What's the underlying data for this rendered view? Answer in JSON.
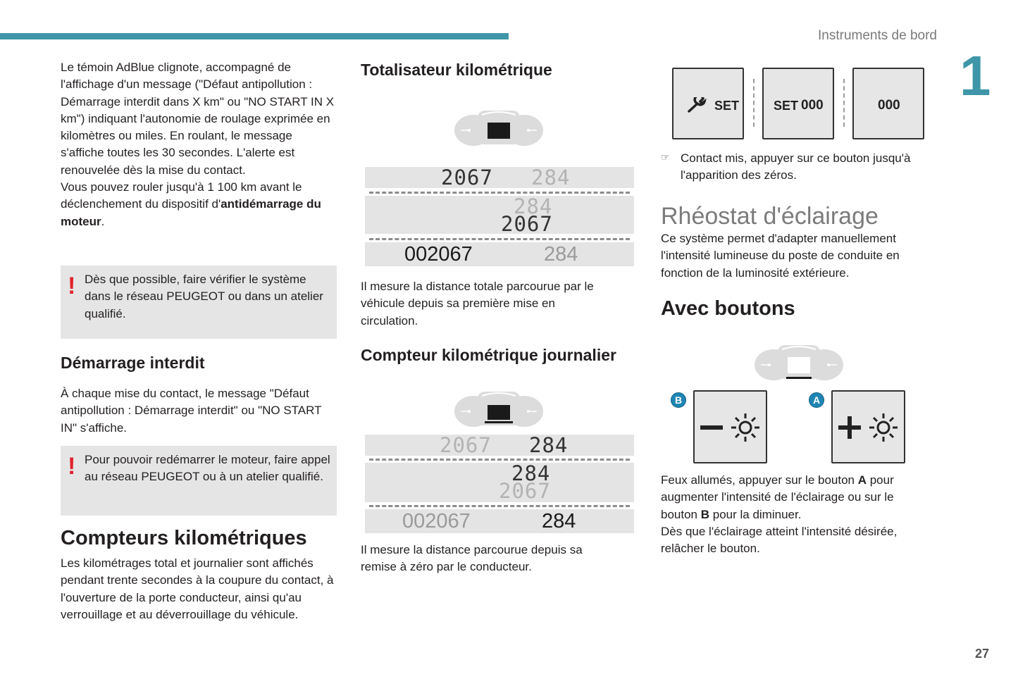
{
  "header": {
    "section": "Instruments de bord",
    "chapter": "1",
    "page": "27"
  },
  "col1": {
    "intro": "Le témoin AdBlue clignote, accompagné de l'affichage d'un message (\"Défaut antipollution : Démarrage interdit dans X km\" ou \"NO START IN X km\") indiquant l'autonomie de roulage exprimée en kilomètres ou miles. En roulant, le message s'affiche toutes les 30 secondes. L'alerte est renouvelée dès la mise du contact.",
    "intro2_pre": "Vous pouvez rouler jusqu'à 1 100 km avant le déclenchement du dispositif d'",
    "intro2_bold": "antidémarrage du moteur",
    "intro2_post": ".",
    "warning1": "Dès que possible, faire vérifier le système dans le réseau PEUGEOT ou dans un atelier qualifié.",
    "warn_mark": "!",
    "h_demarrage": "Démarrage interdit",
    "p_demarrage": "À chaque mise du contact, le message \"Défaut antipollution : Démarrage interdit\" ou \"NO START IN\" s'affiche.",
    "warning2": "Pour pouvoir redémarrer le moteur, faire appel au réseau PEUGEOT ou à un atelier qualifié.",
    "h_compteurs": "Compteurs kilométriques",
    "p_compteurs": "Les kilométrages total et journalier sont affichés pendant trente secondes à la coupure du contact, à l'ouverture de la porte conducteur, ainsi qu'au verrouillage et au déverrouillage du véhicule."
  },
  "col2": {
    "h_total": "Totalisateur kilométrique",
    "display1": {
      "row1_a": "2067",
      "row1_b": "284",
      "row2_a": "284",
      "row2_b": "2067",
      "row3_a": "002067",
      "row3_b": "284"
    },
    "p_total": "Il mesure la distance totale parcourue par le véhicule depuis sa première mise en circulation.",
    "h_journalier": "Compteur kilométrique journalier",
    "display2": {
      "row1_a": "2067",
      "row1_b": "284",
      "row2_a": "284",
      "row2_b": "2067",
      "row3_a": "002067",
      "row3_b": "284"
    },
    "p_journalier": "Il mesure la distance parcourue depuis sa remise à zéro par le conducteur."
  },
  "col3": {
    "buttons": {
      "b1_label": "SET",
      "b2_label": "SET",
      "b2_value": "000",
      "b3_value": "000"
    },
    "bullet": "☞",
    "p_contact": "Contact mis, appuyer sur ce bouton jusqu'à l'apparition des zéros.",
    "h_rheostat": "Rhéostat d'éclairage",
    "p_rheostat": "Ce système permet d'adapter manuellement l'intensité lumineuse du poste de conduite en fonction de la luminosité extérieure.",
    "h_boutons": "Avec boutons",
    "badge_b": "B",
    "badge_a": "A",
    "p_feux_1": "Feux allumés, appuyer sur le bouton ",
    "p_feux_A": "A",
    "p_feux_2": " pour augmenter l'intensité de l'éclairage ou sur le bouton ",
    "p_feux_B": "B",
    "p_feux_3": " pour la diminuer.",
    "p_relacher": "Dès que l'éclairage atteint l'intensité désirée, relâcher le bouton."
  },
  "colors": {
    "accent": "#3e96a8",
    "warning": "#e1232b",
    "panel": "#e5e5e6"
  },
  "icons": [
    "wrench-icon",
    "brightness-icon",
    "minus-icon",
    "plus-icon",
    "instrument-cluster-icon",
    "pointing-hand-icon",
    "warning-icon"
  ]
}
